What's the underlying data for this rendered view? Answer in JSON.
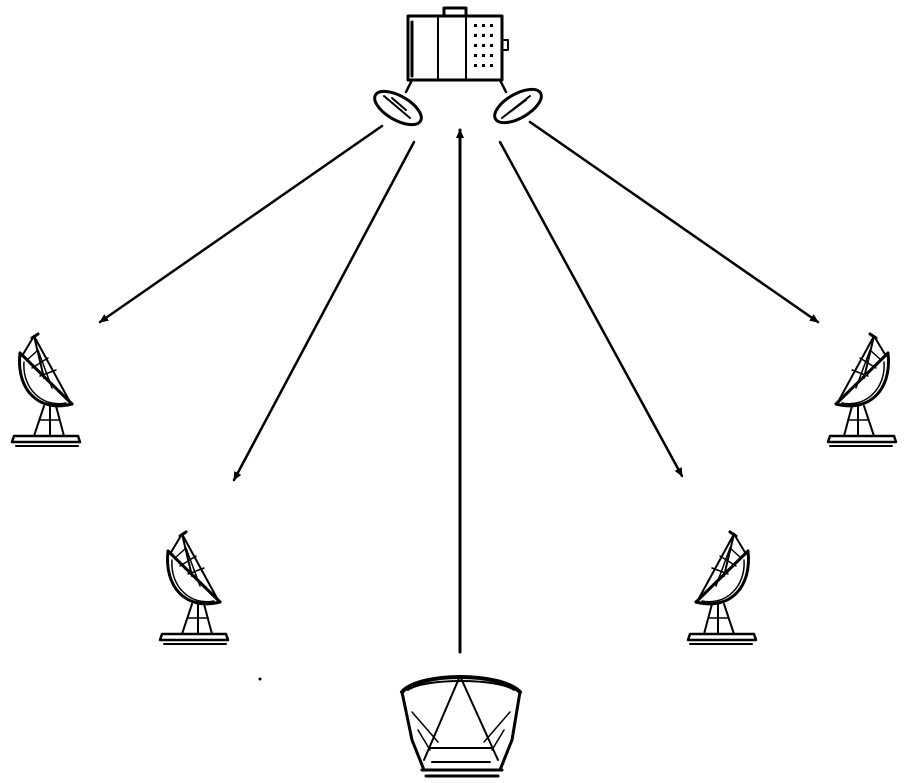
{
  "diagram": {
    "kind": "satellite-broadcast-to-ground-stations",
    "colors": {
      "ink": "#000000",
      "background": "#ffffff"
    },
    "nodes": [
      {
        "id": "satellite",
        "icon": "satellite-icon"
      },
      {
        "id": "ground-station-1",
        "icon": "dish-antenna-icon"
      },
      {
        "id": "ground-station-2",
        "icon": "dish-antenna-icon"
      },
      {
        "id": "uplink-station",
        "icon": "uplink-antenna-icon"
      },
      {
        "id": "ground-station-3",
        "icon": "dish-antenna-icon"
      },
      {
        "id": "ground-station-4",
        "icon": "dish-antenna-icon"
      }
    ],
    "links": [
      {
        "from": "satellite",
        "to": "ground-station-1",
        "direction": "downlink"
      },
      {
        "from": "satellite",
        "to": "ground-station-2",
        "direction": "downlink"
      },
      {
        "from": "uplink-station",
        "to": "satellite",
        "direction": "uplink"
      },
      {
        "from": "satellite",
        "to": "ground-station-3",
        "direction": "downlink"
      },
      {
        "from": "satellite",
        "to": "ground-station-4",
        "direction": "downlink"
      }
    ]
  }
}
